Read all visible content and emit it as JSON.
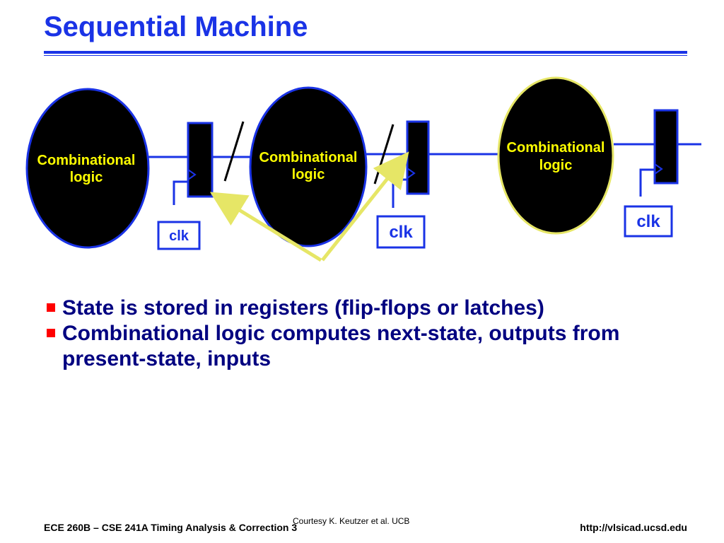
{
  "slide": {
    "title": "Sequential Machine"
  },
  "diagram": {
    "blocks": [
      {
        "line1": "Combinational",
        "line2": "logic"
      },
      {
        "line1": "Combinational",
        "line2": "logic"
      },
      {
        "line1": "Combinational",
        "line2": "logic"
      }
    ],
    "clocks": [
      "clk",
      "clk",
      "clk"
    ],
    "colors": {
      "wire": "#1a33e6",
      "block_fill": "#000000",
      "block_outline": "#1a33e6",
      "block_outline_highlight": "#e6e666",
      "block_text": "#ffff00",
      "arrow": "#e6e666"
    }
  },
  "bullets": [
    "State is stored in registers (flip-flops or latches)",
    "Combinational logic computes next-state, outputs from present-state, inputs"
  ],
  "footer": {
    "course": "ECE 260B – CSE 241A Timing Analysis & Correction 3",
    "credit": "Courtesy K. Keutzer et al. UCB",
    "url": "http://vlsicad.ucsd.edu"
  }
}
